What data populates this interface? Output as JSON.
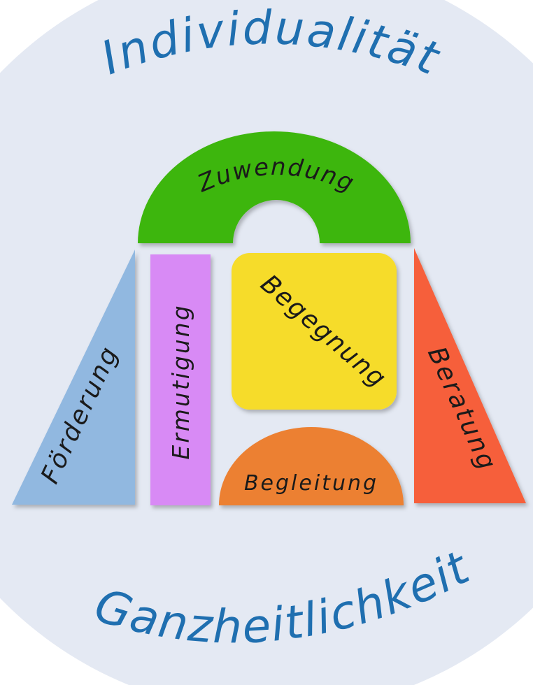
{
  "top_label": "Individualität",
  "bottom_label": "Ganzheitlichkeit",
  "blocks": {
    "arch": "Zuwendung",
    "left_triangle": "Förderung",
    "pillar": "Ermutigung",
    "square": "Begegnung",
    "half_circle": "Begleitung",
    "right_triangle": "Beratung"
  },
  "colors": {
    "background_circle": "#e4e9f3",
    "arch": "#3db60c",
    "left_triangle": "#91b8e0",
    "pillar": "#d88af5",
    "square": "#f6dc2b",
    "half_circle": "#ec8031",
    "right_triangle": "#f65e3a",
    "outer_text": "#1f6fb0",
    "inner_text": "#1a1a1a"
  }
}
